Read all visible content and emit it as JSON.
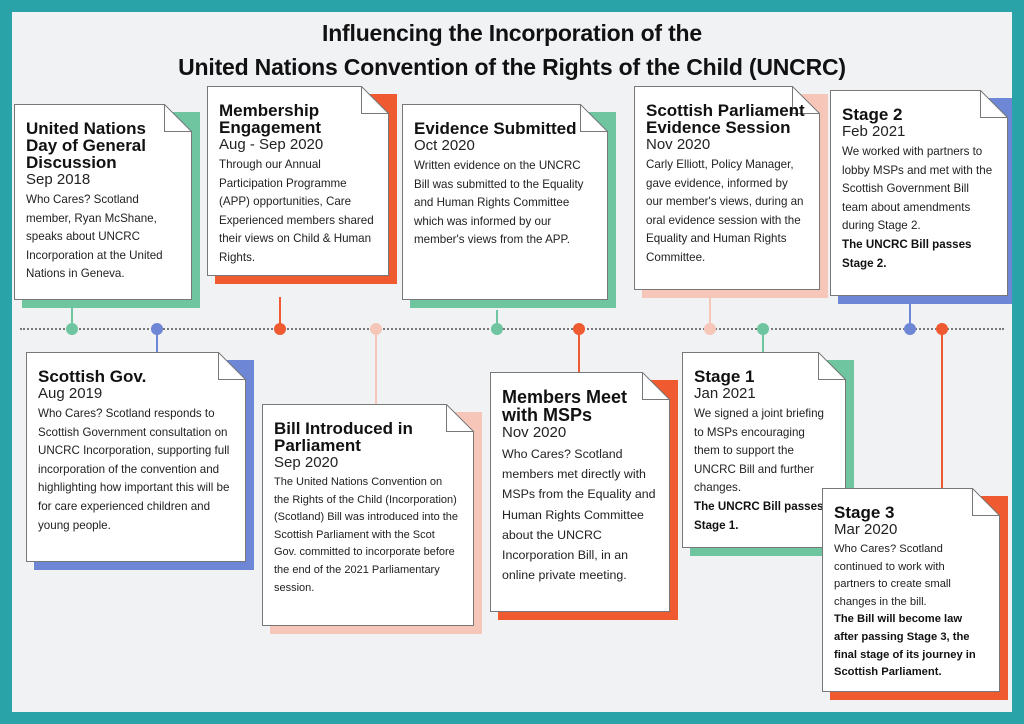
{
  "title": {
    "line1": "Influencing the Incorporation of the",
    "line2": "United Nations Convention of the Rights of the Child (UNCRC)"
  },
  "colors": {
    "frame": "#2aa3a8",
    "green": "#6fc5a0",
    "blue": "#6e86d6",
    "orange": "#ef5a30",
    "pink": "#f6c6b8"
  },
  "events": [
    {
      "id": "un-day",
      "title": "United Nations Day of General Discussion",
      "date": "Sep 2018",
      "body": "Who Cares? Scotland member, Ryan McShane, speaks about UNCRC Incorporation at the United Nations in Geneva.",
      "bold": "",
      "color": "green"
    },
    {
      "id": "scottish-gov",
      "title": "Scottish Gov.",
      "date": "Aug 2019",
      "body": "Who Cares? Scotland responds to Scottish Government consultation on UNCRC Incorporation, supporting full incorporation of the convention and highlighting how important this will be for care experienced children and young people.",
      "bold": "",
      "color": "blue"
    },
    {
      "id": "membership-engagement",
      "title": "Membership Engagement",
      "date": "Aug - Sep 2020",
      "body": "Through our Annual Participation Programme (APP) opportunities, Care Experienced members shared their views on Child & Human Rights.",
      "bold": "",
      "color": "orange"
    },
    {
      "id": "bill-introduced",
      "title": "Bill Introduced in Parliament",
      "date": "Sep 2020",
      "body": "The United Nations Convention on the Rights of the Child (Incorporation) (Scotland) Bill was introduced into the Scottish Parliament with the Scot Gov. committed to incorporate before the end of the 2021 Parliamentary session.",
      "bold": "",
      "color": "pink"
    },
    {
      "id": "evidence-submitted",
      "title": "Evidence Submitted",
      "date": "Oct 2020",
      "body": "Written evidence on the UNCRC Bill was submitted to the Equality and Human Rights Committee which was informed by our member's views from the APP.",
      "bold": "",
      "color": "green"
    },
    {
      "id": "members-meet",
      "title": "Members Meet with MSPs",
      "date": "Nov 2020",
      "body": "Who Cares? Scotland members met directly with MSPs from the Equality and Human Rights Committee about the UNCRC Incorporation Bill, in an online private meeting.",
      "bold": "",
      "color": "orange"
    },
    {
      "id": "evidence-session",
      "title": "Scottish Parliament Evidence Session",
      "date": "Nov 2020",
      "body": "Carly Elliott, Policy Manager, gave evidence, informed by our member's views, during an oral evidence session with the Equality and Human Rights Committee.",
      "bold": "",
      "color": "pink"
    },
    {
      "id": "stage-1",
      "title": "Stage 1",
      "date": "Jan 2021",
      "body": "We signed a joint briefing to MSPs encouraging them to support the UNCRC Bill and further changes.",
      "bold": "The UNCRC Bill passes Stage 1.",
      "color": "green"
    },
    {
      "id": "stage-2",
      "title": "Stage 2",
      "date": "Feb 2021",
      "body": "We worked with partners to lobby MSPs and met with the Scottish Government Bill team about amendments during Stage 2.",
      "bold": "The UNCRC Bill passes Stage 2.",
      "color": "blue"
    },
    {
      "id": "stage-3",
      "title": "Stage 3",
      "date": "Mar 2020",
      "body": "Who Cares? Scotland continued to work with partners to create small changes in the bill.",
      "bold": "The Bill will become law after passing Stage 3, the final stage of its journey in Scottish Parliament.",
      "color": "orange"
    }
  ]
}
